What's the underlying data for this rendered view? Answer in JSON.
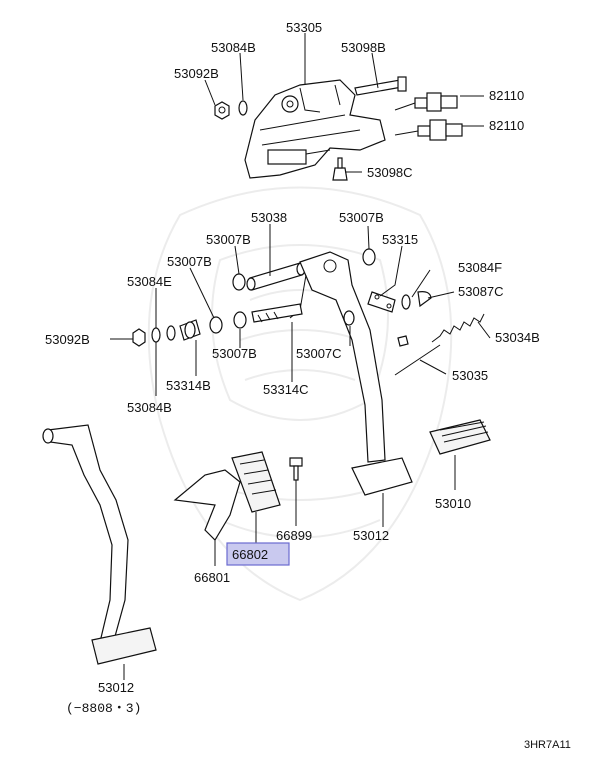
{
  "diagram": {
    "colors": {
      "highlight_fill": "#c9c9ef",
      "highlight_stroke": "#6a6ad0",
      "ink": "#111111"
    },
    "labels": {
      "l53305": "53305",
      "l53084B_top": "53084B",
      "l53098B": "53098B",
      "l53092B_top": "53092B",
      "l82110_a": "82110",
      "l82110_b": "82110",
      "l53098C": "53098C",
      "l53038": "53038",
      "l53007B_right": "53007B",
      "l53007B_left": "53007B",
      "l53315": "53315",
      "l53007B_mid": "53007B",
      "l53084F": "53084F",
      "l53084E": "53084E",
      "l53087C": "53087C",
      "l53092B_mid": "53092B",
      "l53034B": "53034B",
      "l53007B_low": "53007B",
      "l53007C": "53007C",
      "l53314B": "53314B",
      "l53314C": "53314C",
      "l53035": "53035",
      "l53084B_low": "53084B",
      "l53010": "53010",
      "l66899": "66899",
      "l53012_right": "53012",
      "l66802": "66802",
      "l66801": "66801",
      "l53012_left": "53012",
      "l_date": "(−8808・3)",
      "l_code": "3HR7A11"
    }
  }
}
